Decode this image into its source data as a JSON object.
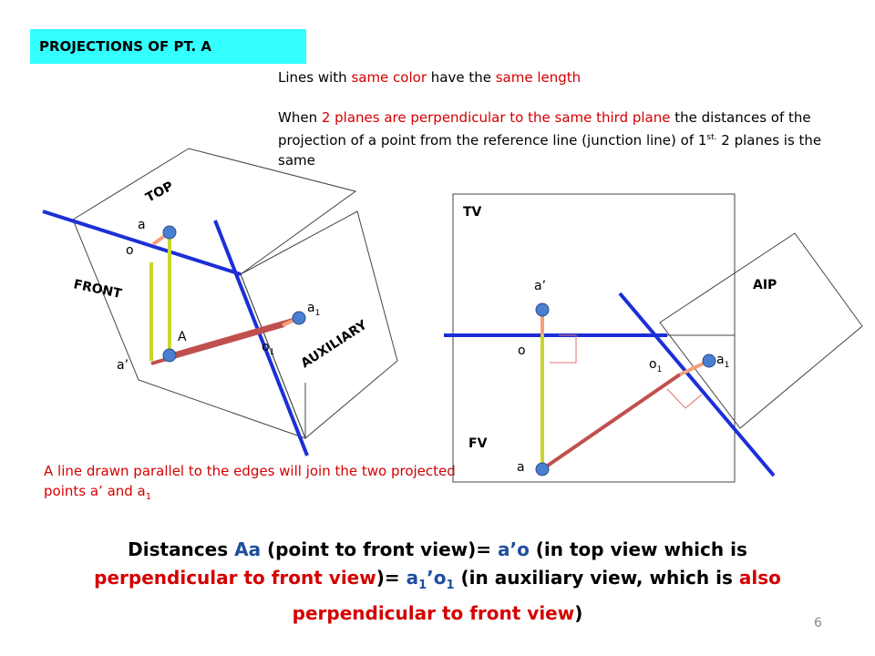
{
  "header": {
    "title": "PROJECTIONS OF PT. A"
  },
  "notes": {
    "color_rule": [
      "Lines with ",
      "same color",
      " have the ",
      "same length"
    ],
    "perpendicular_rule": [
      "When ",
      "2 planes are perpendicular to the same third plane",
      " the distances of the projection of a point from the reference line (junction line) of 1",
      "st.",
      " 2  planes is the same"
    ],
    "parallel_rule": [
      "A line drawn parallel to the edges will join the two projected points a’ and a",
      "1"
    ]
  },
  "summary": {
    "parts": [
      "Distances ",
      "Aa",
      " (point to front view)= ",
      "a’o",
      " (in top view which is ",
      "perpendicular to front view",
      ")= ",
      "a",
      "1",
      "’o",
      "1",
      " (in auxiliary view, which is ",
      "also perpendicular to front view",
      ")"
    ]
  },
  "left_diagram": {
    "plane_labels": {
      "top": "TOP",
      "front": "FRONT",
      "auxiliary": "AUXILIARY"
    },
    "point_labels": {
      "a": "a",
      "o": "o",
      "A": "A",
      "a_prime": "a’",
      "a1": "a",
      "o1": "o",
      "sub1": "1"
    }
  },
  "right_diagram": {
    "plane_labels": {
      "tv": "TV",
      "fv": "FV",
      "aip": "AIP"
    },
    "point_labels": {
      "a_prime": "a’",
      "o": "o",
      "a": "a",
      "o1": "o",
      "a1": "a",
      "sub1": "1"
    }
  },
  "page": {
    "number": "6"
  },
  "colors": {
    "title_bg": "#33ffff",
    "emphasis_red": "#d40000",
    "emphasis_blue": "#1f4e9c",
    "reference_line": "#1c2fd6",
    "projector_yellow": "#c9d62a",
    "line_salmon": "#f4a07c",
    "line_brick": "#c0504d",
    "point_fill": "#4a7ed1"
  }
}
